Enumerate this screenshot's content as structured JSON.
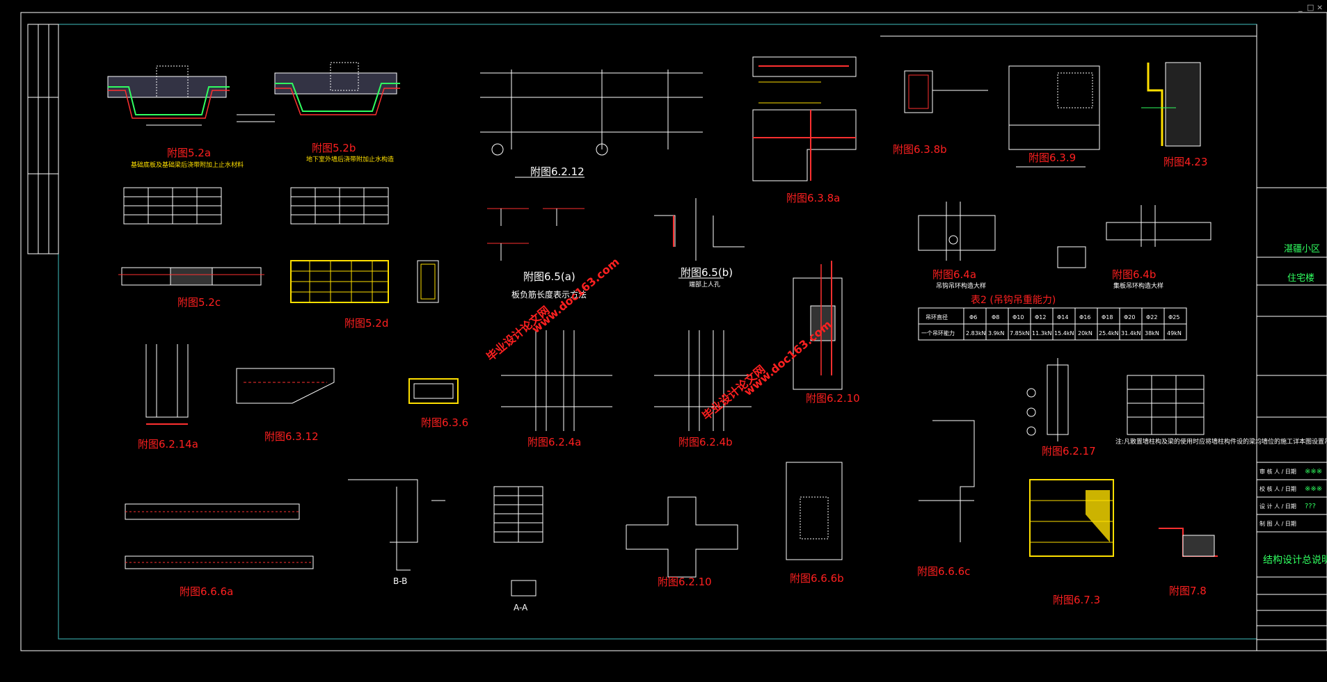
{
  "window_controls": {
    "minimize": "_",
    "restore": "□",
    "close": "×"
  },
  "colors": {
    "bg": "#000000",
    "frame": "#ffffff",
    "inner_frame": "#40c0c0",
    "accent_red": "#ff3030",
    "accent_yellow": "#ffe000",
    "accent_green": "#30ff60",
    "accent_magenta": "#ff40ff",
    "title_red": "#ff2020",
    "watermark": "#ff2020"
  },
  "captions": [
    {
      "id": "c1",
      "text": "附图5.2a"
    },
    {
      "id": "c2",
      "text": "附图5.2b"
    },
    {
      "id": "c3",
      "text": "附图6.2.12"
    },
    {
      "id": "c4",
      "text": "附图6.3.8a"
    },
    {
      "id": "c5",
      "text": "附图6.3.8b"
    },
    {
      "id": "c6",
      "text": "附图6.3.9"
    },
    {
      "id": "c7",
      "text": "附图4.23"
    },
    {
      "id": "c8",
      "text": "附图5.2c"
    },
    {
      "id": "c9",
      "text": "附图5.2d"
    },
    {
      "id": "c10",
      "text": "附图6.5(a)"
    },
    {
      "id": "c11",
      "text": "附图6.5(b)"
    },
    {
      "id": "c12",
      "text": "附图6.4a"
    },
    {
      "id": "c13",
      "text": "附图6.4b"
    },
    {
      "id": "c14",
      "text": "附图6.2.14a"
    },
    {
      "id": "c15",
      "text": "附图6.3.12"
    },
    {
      "id": "c16",
      "text": "附图6.3.6"
    },
    {
      "id": "c17",
      "text": "附图6.2.4a"
    },
    {
      "id": "c18",
      "text": "附图6.2.4b"
    },
    {
      "id": "c19",
      "text": "附图6.2.10"
    },
    {
      "id": "c20",
      "text": "附图6.2.17"
    },
    {
      "id": "c21",
      "text": "附图6.6.6a"
    },
    {
      "id": "c22",
      "text": "附图6.2.10"
    },
    {
      "id": "c23",
      "text": "附图6.6.6b"
    },
    {
      "id": "c24",
      "text": "附图6.6.6c"
    },
    {
      "id": "c25",
      "text": "附图6.7.3"
    },
    {
      "id": "c26",
      "text": "附图7.8"
    }
  ],
  "notes": {
    "n_5_2a": "基础底板及基础梁后浇带附加上止水材料",
    "n_5_2b": "地下室外墙后浇带附加止水构造",
    "n_board": "板负筋长度表示方法",
    "n_6_5b": "端部上人孔",
    "n_table2": "表2 (吊钩吊重能力)",
    "n_6_4a": "吊钩吊环构造大样",
    "n_6_4b": "集板吊环构造大样",
    "n_note_bottom": "注:凡散置墙柱构及梁的使用时应将墙柱构件设的梁均墙位的施工详本图设置吊筋",
    "n_section_bb": "B-B",
    "n_section_aa": "A-A"
  },
  "load_table": {
    "header": [
      "吊环直径",
      "Φ6",
      "Φ8",
      "Φ10",
      "Φ12",
      "Φ14",
      "Φ16",
      "Φ18",
      "Φ20",
      "Φ22",
      "Φ25"
    ],
    "row": [
      "一个吊环能力",
      "2.83kN",
      "3.9kN",
      "7.85kN",
      "11.3kN",
      "15.4kN",
      "20kN",
      "25.4kN",
      "31.4kN",
      "38kN",
      "49kN"
    ]
  },
  "title_block": {
    "project": "湛疆小区",
    "building": "住宅楼",
    "drawing_title": "结构设计总说明",
    "rows": [
      "审 核 人 / 日期",
      "校 核 人 / 日期",
      "设 计 人 / 日期",
      "制 图 人 / 日期"
    ],
    "marks": [
      "※※※",
      "※※※",
      "???"
    ]
  },
  "watermarks": [
    "毕业设计论文网",
    "www.doc163.com",
    "毕业设计论文网",
    "www.doc163.com"
  ]
}
